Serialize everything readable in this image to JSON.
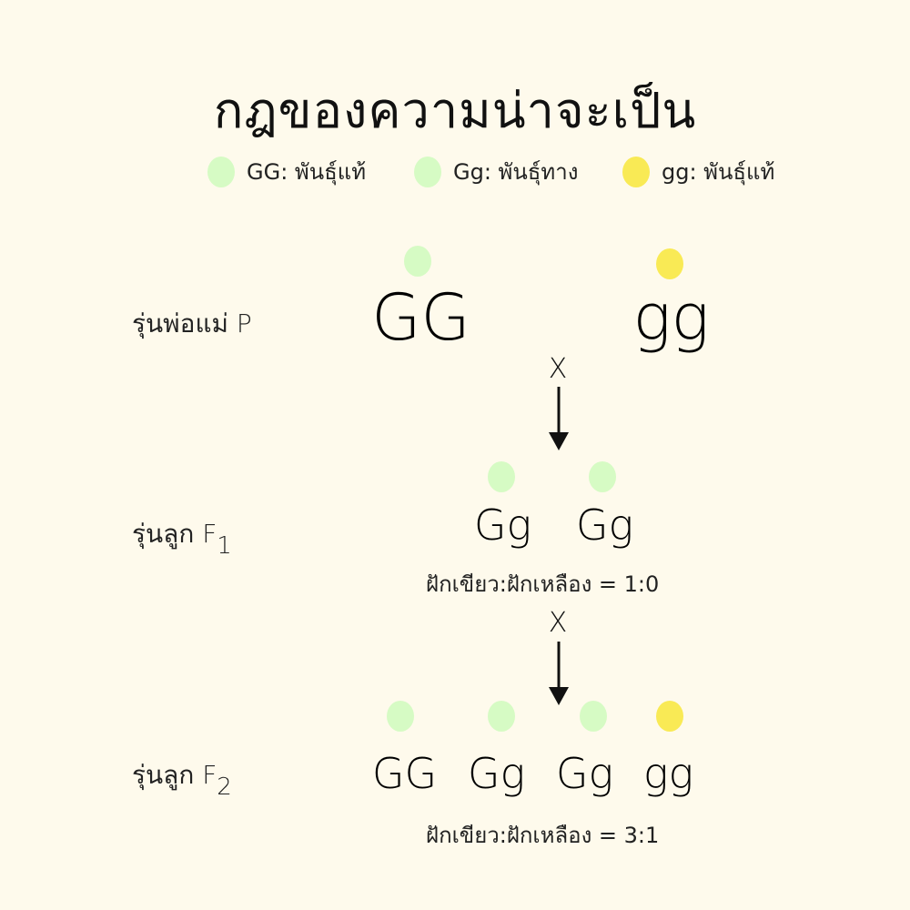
{
  "title": "กฎของความน่าจะเป็น",
  "legend": [
    {
      "label": "GG: พันธุ์แท้",
      "color": "#d6fbc4"
    },
    {
      "label": "Gg: พันธุ์ทาง",
      "color": "#d6fbc4"
    },
    {
      "label": "gg: พันธุ์แท้",
      "color": "#f9ea55"
    }
  ],
  "generations": {
    "p": {
      "label": "รุ่นพ่อแม่ P",
      "genotypes": [
        "GG",
        "gg"
      ]
    },
    "f1": {
      "label": "รุ่นลูก F",
      "sub": "1",
      "genotypes": [
        "Gg",
        "Gg"
      ],
      "ratio": "ฝักเขียว:ฝักเหลือง = 1:0"
    },
    "f2": {
      "label": "รุ่นลูก F",
      "sub": "2",
      "genotypes": [
        "GG",
        "Gg",
        "Gg",
        "gg"
      ],
      "ratio": "ฝักเขียว:ฝักเหลือง = 3:1"
    }
  },
  "cross_symbol": "X"
}
